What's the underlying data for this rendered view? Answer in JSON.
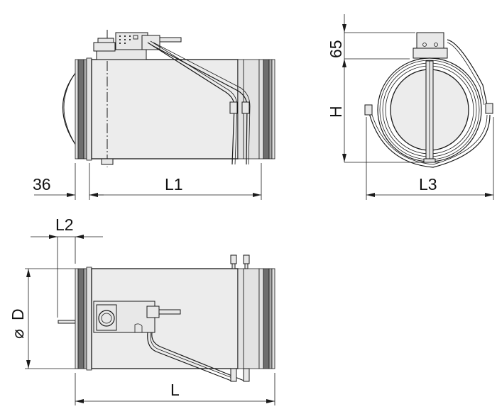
{
  "drawing": {
    "subject": "circular duct damper with actuator",
    "views": {
      "side_view": {
        "dimensions": {
          "flange_offset": "36",
          "length_1": "L1"
        }
      },
      "end_view": {
        "dimensions": {
          "actuator_height": "65",
          "height": "H",
          "width": "L3"
        }
      },
      "top_view": {
        "dimensions": {
          "shaft_length": "L2",
          "diameter": "D",
          "diameter_symbol": "⌀",
          "length": "L"
        }
      }
    },
    "colors": {
      "line": "#1a1a1a",
      "body_fill": "#ececec",
      "gasket_dark": "#6e6e6e",
      "gasket_mid": "#a8a8a8",
      "background": "#ffffff"
    }
  }
}
